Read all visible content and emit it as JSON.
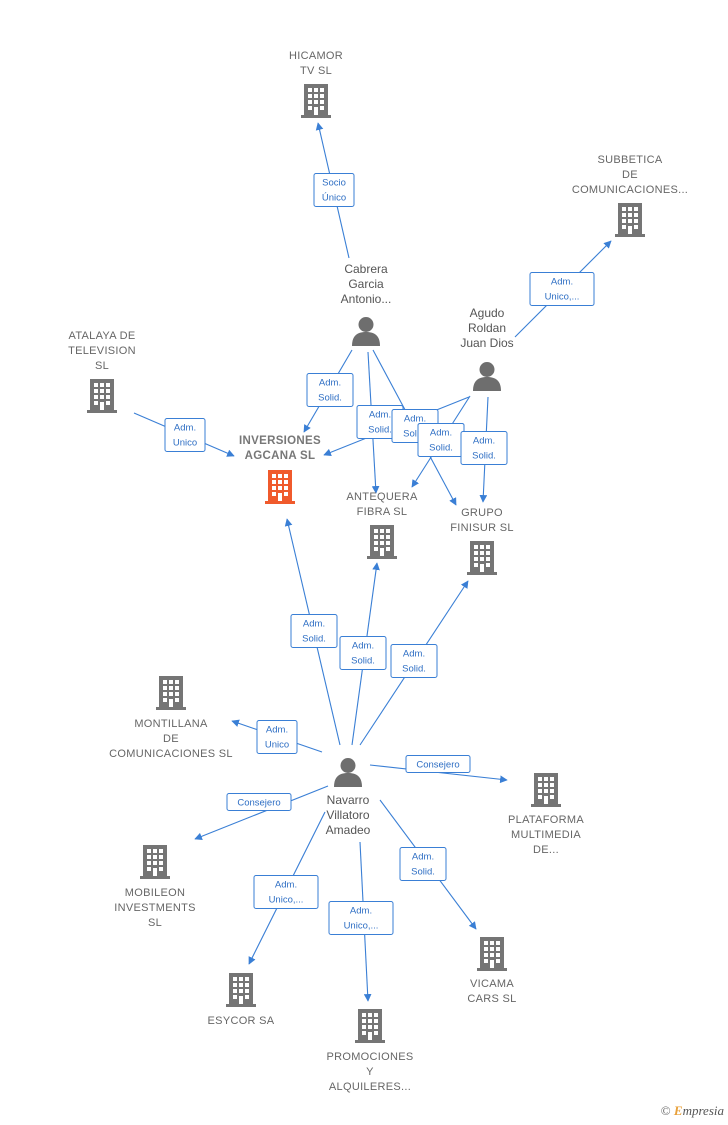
{
  "colors": {
    "edge": "#3a7fd5",
    "company": "#757575",
    "focus": "#f05a2c",
    "person": "#6e6e6e"
  },
  "nodes": [
    {
      "id": "hicamor",
      "kind": "company",
      "icon": "building-icon",
      "label": [
        "HICAMOR",
        "TV  SL"
      ]
    },
    {
      "id": "subbetica",
      "kind": "company",
      "icon": "building-icon",
      "label": [
        "SUBBETICA",
        "DE",
        "COMUNICACIONES..."
      ]
    },
    {
      "id": "atalaya",
      "kind": "company",
      "icon": "building-icon",
      "label": [
        "ATALAYA DE",
        "TELEVISION",
        "SL"
      ]
    },
    {
      "id": "inversiones",
      "kind": "focus",
      "icon": "building-icon",
      "label": [
        "INVERSIONES",
        "AGCANA  SL"
      ]
    },
    {
      "id": "antequera",
      "kind": "company",
      "icon": "building-icon",
      "label": [
        "ANTEQUERA",
        "FIBRA  SL"
      ]
    },
    {
      "id": "grupo",
      "kind": "company",
      "icon": "building-icon",
      "label": [
        "GRUPO",
        "FINISUR  SL"
      ]
    },
    {
      "id": "montillana",
      "kind": "company",
      "icon": "building-icon",
      "label": [
        "MONTILLANA",
        "DE",
        "COMUNICACIONES SL"
      ]
    },
    {
      "id": "plataforma",
      "kind": "company",
      "icon": "building-icon",
      "label": [
        "PLATAFORMA",
        "MULTIMEDIA",
        "DE..."
      ]
    },
    {
      "id": "mobileon",
      "kind": "company",
      "icon": "building-icon",
      "label": [
        "MOBILEON",
        "INVESTMENTS",
        "SL"
      ]
    },
    {
      "id": "esycor",
      "kind": "company",
      "icon": "building-icon",
      "label": [
        "ESYCOR SA"
      ]
    },
    {
      "id": "promociones",
      "kind": "company",
      "icon": "building-icon",
      "label": [
        "PROMOCIONES",
        "Y",
        "ALQUILERES..."
      ]
    },
    {
      "id": "vicama",
      "kind": "company",
      "icon": "building-icon",
      "label": [
        "VICAMA",
        "CARS  SL"
      ]
    },
    {
      "id": "cabrera",
      "kind": "person",
      "icon": "person-icon",
      "label": [
        "Cabrera",
        "Garcia",
        "Antonio..."
      ]
    },
    {
      "id": "agudo",
      "kind": "person",
      "icon": "person-icon",
      "label": [
        "Agudo",
        "Roldan",
        "Juan Dios"
      ]
    },
    {
      "id": "navarro",
      "kind": "person",
      "icon": "person-icon",
      "label": [
        "Navarro",
        "Villatoro",
        "Amadeo"
      ]
    }
  ],
  "edges": [
    {
      "from": "cabrera",
      "to": "hicamor",
      "label": [
        "Socio",
        "Único"
      ]
    },
    {
      "from": "agudo",
      "to": "subbetica",
      "label": [
        "Adm.",
        "Unico,..."
      ]
    },
    {
      "from": "atalaya",
      "to": "inversiones",
      "label": [
        "Adm.",
        "Unico"
      ]
    },
    {
      "from": "cabrera",
      "to": "inversiones",
      "label": [
        "Adm.",
        "Solid."
      ]
    },
    {
      "from": "cabrera",
      "to": "antequera",
      "label": [
        "Adm.",
        "Solid."
      ]
    },
    {
      "from": "cabrera",
      "to": "grupo",
      "label": [
        "Adm.",
        "Solid."
      ]
    },
    {
      "from": "agudo",
      "to": "inversiones",
      "label": [
        "Adm.",
        "Solid."
      ]
    },
    {
      "from": "agudo",
      "to": "antequera",
      "label": [
        "Adm.",
        "Solid."
      ]
    },
    {
      "from": "agudo",
      "to": "grupo",
      "label": [
        "Adm.",
        "Solid."
      ]
    },
    {
      "from": "navarro",
      "to": "inversiones",
      "label": [
        "Adm.",
        "Solid."
      ]
    },
    {
      "from": "navarro",
      "to": "antequera",
      "label": [
        "Adm.",
        "Solid."
      ]
    },
    {
      "from": "navarro",
      "to": "grupo",
      "label": [
        "Adm.",
        "Solid."
      ]
    },
    {
      "from": "navarro",
      "to": "montillana",
      "label": [
        "Adm.",
        "Unico"
      ]
    },
    {
      "from": "navarro",
      "to": "plataforma",
      "label": [
        "Consejero"
      ]
    },
    {
      "from": "navarro",
      "to": "mobileon",
      "label": [
        "Consejero"
      ]
    },
    {
      "from": "navarro",
      "to": "esycor",
      "label": [
        "Adm.",
        "Unico,..."
      ]
    },
    {
      "from": "navarro",
      "to": "promociones",
      "label": [
        "Adm.",
        "Unico,..."
      ]
    },
    {
      "from": "navarro",
      "to": "vicama",
      "label": [
        "Adm.",
        "Solid."
      ]
    }
  ],
  "footer": {
    "copyright": "©",
    "brand_first": "E",
    "brand_rest": "mpresia"
  }
}
